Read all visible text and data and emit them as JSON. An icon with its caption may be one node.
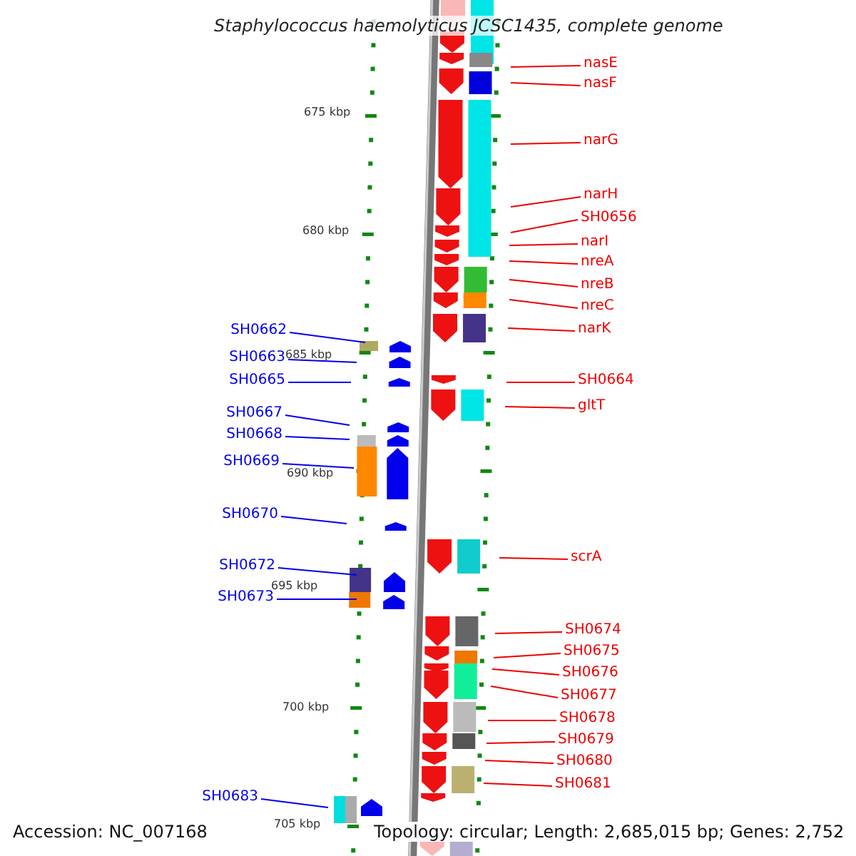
{
  "diagram": {
    "title": "Staphylococcus haemolyticus JCSC1435, complete genome",
    "nodes": [
      {
        "text": [
          "nasE"
        ]
      },
      {
        "text": [
          "nasF"
        ]
      },
      {
        "text": [
          "narG"
        ]
      },
      {
        "text": [
          "narH"
        ]
      },
      {
        "text": [
          "SH0656"
        ]
      },
      {
        "text": [
          "narI"
        ]
      },
      {
        "text": [
          "nreA"
        ]
      },
      {
        "text": [
          "nreB"
        ]
      },
      {
        "text": [
          "nreC"
        ]
      },
      {
        "text": [
          "narK"
        ]
      },
      {
        "text": [
          "SH0664"
        ]
      },
      {
        "text": [
          "gltT"
        ]
      },
      {
        "text": [
          "scrA"
        ]
      },
      {
        "text": [
          "SH0674"
        ]
      },
      {
        "text": [
          "SH0675"
        ]
      },
      {
        "text": [
          "SH0676"
        ]
      },
      {
        "text": [
          "SH0677"
        ]
      },
      {
        "text": [
          "SH0678"
        ]
      },
      {
        "text": [
          "SH0679"
        ]
      },
      {
        "text": [
          "SH0680"
        ]
      },
      {
        "text": [
          "SH0681"
        ]
      },
      {
        "text": [
          "SH0662"
        ]
      },
      {
        "text": [
          "SH0663"
        ]
      },
      {
        "text": [
          "SH0665"
        ]
      },
      {
        "text": [
          "SH0667"
        ]
      },
      {
        "text": [
          "SH0668"
        ]
      },
      {
        "text": [
          "SH0669"
        ]
      },
      {
        "text": [
          "SH0670"
        ]
      },
      {
        "text": [
          "SH0672"
        ]
      },
      {
        "text": [
          "SH0673"
        ]
      },
      {
        "text": [
          "SH0683"
        ]
      }
    ],
    "edges": [
      {
        "from": 0,
        "to": null,
        "arrow": "none"
      },
      {
        "from": 1,
        "to": null,
        "arrow": "none"
      },
      {
        "from": 2,
        "to": null,
        "arrow": "none"
      },
      {
        "from": 3,
        "to": null,
        "arrow": "none"
      },
      {
        "from": 4,
        "to": null,
        "arrow": "none"
      },
      {
        "from": 5,
        "to": null,
        "arrow": "none"
      },
      {
        "from": 6,
        "to": null,
        "arrow": "none"
      },
      {
        "from": 7,
        "to": null,
        "arrow": "none"
      },
      {
        "from": 8,
        "to": null,
        "arrow": "none"
      },
      {
        "from": 9,
        "to": null,
        "arrow": "none"
      },
      {
        "from": 10,
        "to": null,
        "arrow": "none"
      },
      {
        "from": 11,
        "to": null,
        "arrow": "none"
      },
      {
        "from": 12,
        "to": null,
        "arrow": "none"
      },
      {
        "from": 13,
        "to": null,
        "arrow": "none"
      },
      {
        "from": 14,
        "to": null,
        "arrow": "none"
      },
      {
        "from": 15,
        "to": null,
        "arrow": "none"
      },
      {
        "from": 16,
        "to": null,
        "arrow": "none"
      },
      {
        "from": 17,
        "to": null,
        "arrow": "none"
      },
      {
        "from": 18,
        "to": null,
        "arrow": "none"
      },
      {
        "from": 19,
        "to": null,
        "arrow": "none"
      },
      {
        "from": 20,
        "to": null,
        "arrow": "none"
      },
      {
        "from": 21,
        "to": null,
        "arrow": "none",
        "color": "#0000ee"
      },
      {
        "from": 22,
        "to": null,
        "arrow": "none",
        "color": "#0000ee"
      },
      {
        "from": 23,
        "to": null,
        "arrow": "none",
        "color": "#0000ee"
      },
      {
        "from": 24,
        "to": null,
        "arrow": "none",
        "color": "#0000ee"
      },
      {
        "from": 25,
        "to": null,
        "arrow": "none",
        "color": "#0000ee"
      },
      {
        "from": 26,
        "to": null,
        "arrow": "none",
        "color": "#0000ee"
      },
      {
        "from": 27,
        "to": null,
        "arrow": "none",
        "color": "#0000ee"
      },
      {
        "from": 28,
        "to": null,
        "arrow": "none",
        "color": "#0000ee"
      },
      {
        "from": 29,
        "to": null,
        "arrow": "none",
        "color": "#0000ee"
      },
      {
        "from": 30,
        "to": null,
        "arrow": "none",
        "color": "#0000ee"
      }
    ],
    "labels": [
      "675 kbp",
      "680 kbp",
      "685 kbp",
      "690 kbp",
      "695 kbp",
      "700 kbp",
      "705 kbp",
      "Accession: NC_007168",
      "Topology: circular; Length: 2,685,015 bp; Genes: 2,752"
    ]
  }
}
